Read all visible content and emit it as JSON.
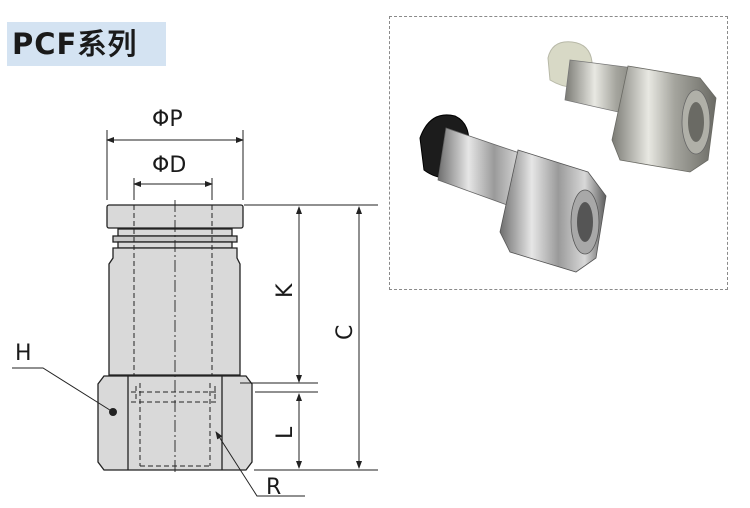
{
  "title": "PCF系列",
  "drawing": {
    "labels": {
      "phi_p": "ΦP",
      "phi_d": "ΦD",
      "k": "K",
      "c": "C",
      "l": "L",
      "h": "H",
      "r": "R"
    }
  },
  "colors": {
    "title_bg": "#d4e3f2",
    "body_fill": "#d9d9d9",
    "outline": "#222222"
  },
  "photo": {
    "subject": "two-push-in-female-connector-fittings"
  }
}
